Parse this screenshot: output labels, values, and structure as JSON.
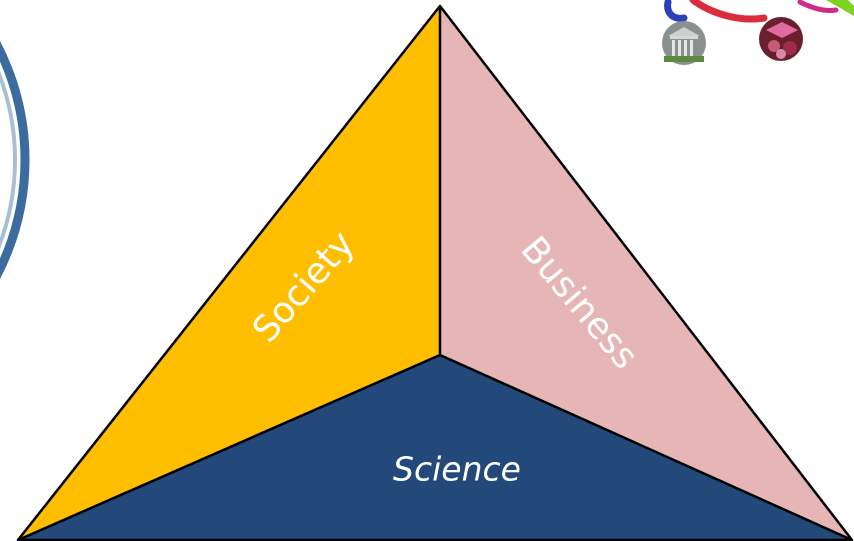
{
  "diagram": {
    "segments": [
      {
        "id": "society",
        "label": "Society",
        "color": "#FFBF00"
      },
      {
        "id": "business",
        "label": "Business",
        "color": "#E6B5B6"
      },
      {
        "id": "science",
        "label": "Science",
        "color": "#22497A"
      }
    ],
    "outline_color": "#000000",
    "label_color": "#FFFFFF"
  },
  "decorations": {
    "left_circle_color": "#3C6C9E",
    "icons": [
      {
        "name": "building-photo-icon"
      },
      {
        "name": "graduation-photo-icon"
      }
    ]
  }
}
